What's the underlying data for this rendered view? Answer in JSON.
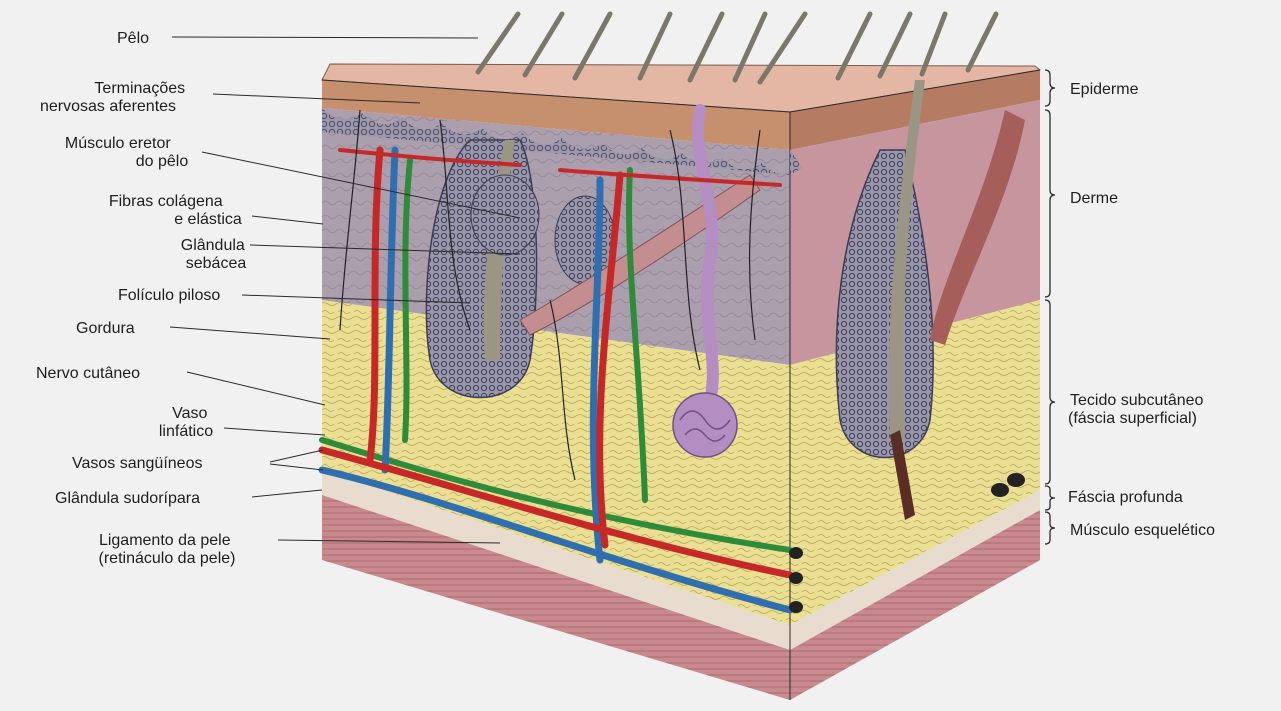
{
  "diagram": {
    "left_labels": [
      {
        "id": "pelo",
        "lines": [
          "Pêlo"
        ]
      },
      {
        "id": "terminacoes",
        "lines": [
          "Terminações",
          "nervosas aferentes"
        ]
      },
      {
        "id": "musculo-eretor",
        "lines": [
          "Músculo eretor",
          "do pêlo"
        ]
      },
      {
        "id": "fibras",
        "lines": [
          "Fibras colágena",
          "e elástica"
        ]
      },
      {
        "id": "glandula-sebacea",
        "lines": [
          "Glândula",
          "sebácea"
        ]
      },
      {
        "id": "foliculo",
        "lines": [
          "Folículo piloso"
        ]
      },
      {
        "id": "gordura",
        "lines": [
          "Gordura"
        ]
      },
      {
        "id": "nervo",
        "lines": [
          "Nervo cutâneo"
        ]
      },
      {
        "id": "vaso-linfatico",
        "lines": [
          "Vaso",
          "linfático"
        ]
      },
      {
        "id": "vasos",
        "lines": [
          "Vasos sangüíneos"
        ]
      },
      {
        "id": "sudoripara",
        "lines": [
          "Glândula sudorípara"
        ]
      },
      {
        "id": "ligamento",
        "lines": [
          "Ligamento da pele",
          "(retináculo da pele)"
        ]
      }
    ],
    "right_labels": [
      {
        "id": "epiderme",
        "lines": [
          "Epiderme"
        ]
      },
      {
        "id": "derme",
        "lines": [
          "Derme"
        ]
      },
      {
        "id": "tecido",
        "lines": [
          "Tecido subcutâneo",
          "(fáscia superficial)"
        ]
      },
      {
        "id": "fascia",
        "lines": [
          "Fáscia profunda"
        ]
      },
      {
        "id": "musculo-esq",
        "lines": [
          "Músculo esquelético"
        ]
      }
    ],
    "colors": {
      "epidermis": "#e7b9a6",
      "dermis": "#a89aa6",
      "dermis_side": "#c48f9a",
      "fat": "#e9dc8a",
      "muscle": "#c9848a",
      "artery": "#c62828",
      "vein": "#2f6fb0",
      "lymph": "#2e8b3a",
      "gland": "#b48dc3",
      "follicle": "#4a4d63",
      "hair": "#8c8a7e"
    }
  }
}
